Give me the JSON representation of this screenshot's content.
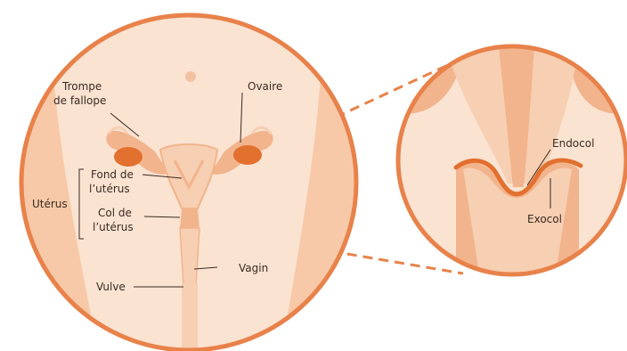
{
  "labels": {
    "trompe_line1": "Trompe",
    "trompe_line2": "de fallope",
    "ovaire": "Ovaire",
    "fond_line1": "Fond de",
    "fond_line2": "l’utérus",
    "uterus": "Utérus",
    "col_line1": "Col de",
    "col_line2": "l’utérus",
    "vagin": "Vagin",
    "vulve": "Vulve",
    "endocol": "Endocol",
    "exocol": "Exocol"
  },
  "colors": {
    "border": "#e8824a",
    "background_circle": "#fbe3d2",
    "skin_band": "#f7c9a8",
    "organ_light": "#f7cfb2",
    "organ_mid": "#f2b48c",
    "ovary": "#e2702e",
    "dashed_line": "#e8824a",
    "leader_line": "#3a2a20"
  }
}
